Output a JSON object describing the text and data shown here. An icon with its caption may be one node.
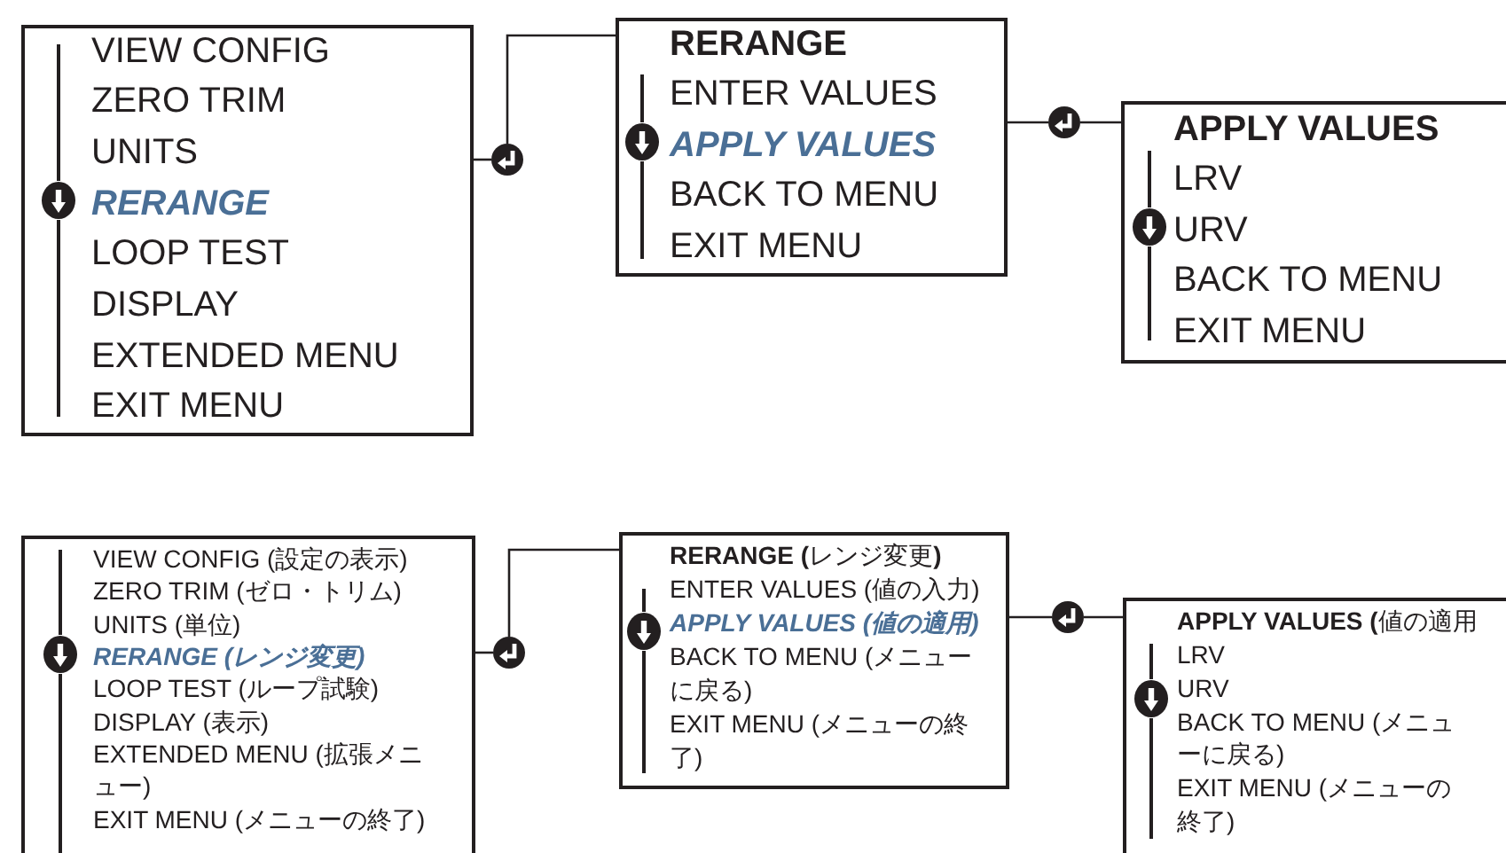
{
  "diagram": {
    "nodes": [
      {
        "text": [
          "VIEW CONFIG",
          "ZERO TRIM",
          "UNITS",
          "RERANGE",
          "LOOP TEST",
          "DISPLAY",
          "EXTENDED MENU",
          "EXIT MENU"
        ]
      },
      {
        "text": [],
        "shape": "circle"
      },
      {
        "text": [
          "RERANGE",
          "ENTER VALUES",
          "APPLY VALUES",
          "BACK TO MENU",
          "EXIT MENU"
        ]
      },
      {
        "text": [],
        "shape": "circle"
      },
      {
        "text": [
          "APPLY VALUES",
          "LRV",
          "URV",
          "BACK TO MENU",
          "EXIT MENU"
        ]
      },
      {
        "text": [
          "VIEW CONFIG (設定の表示)",
          "ZERO TRIM (ゼロ・トリム)",
          "UNITS (単位)",
          "RERANGE (レンジ変更)",
          "LOOP TEST (ループ試験)",
          "DISPLAY (表示)",
          "EXTENDED MENU (拡張メニュー)",
          "EXIT MENU (メニューの終了)"
        ]
      },
      {
        "text": [],
        "shape": "circle"
      },
      {
        "text": [
          "**RERANGE (**レンジ変更**)**",
          "ENTER VALUES (値の入力)",
          "APPLY VALUES (値の適用)",
          "BACK TO MENU (メニューに戻る)",
          "EXIT MENU (メニューの終了)"
        ]
      },
      {
        "text": [],
        "shape": "circle"
      },
      {
        "text": [
          "**APPLY VALUES (**値の適用",
          "LRV",
          "URV",
          "BACK TO MENU (メニューに戻る)",
          "EXIT MENU (メニューの終了)"
        ]
      }
    ],
    "edges": [
      {
        "from": 0,
        "to": 1,
        "arrow": "none"
      },
      {
        "from": 1,
        "to": 2,
        "arrow": "none"
      },
      {
        "from": 2,
        "to": 3,
        "arrow": "none"
      },
      {
        "from": 3,
        "to": 4,
        "arrow": "none"
      },
      {
        "from": 5,
        "to": 6,
        "arrow": "none"
      },
      {
        "from": 6,
        "to": 7,
        "arrow": "none"
      },
      {
        "from": 7,
        "to": 8,
        "arrow": "none"
      },
      {
        "from": 8,
        "to": 9,
        "arrow": "none"
      }
    ]
  }
}
